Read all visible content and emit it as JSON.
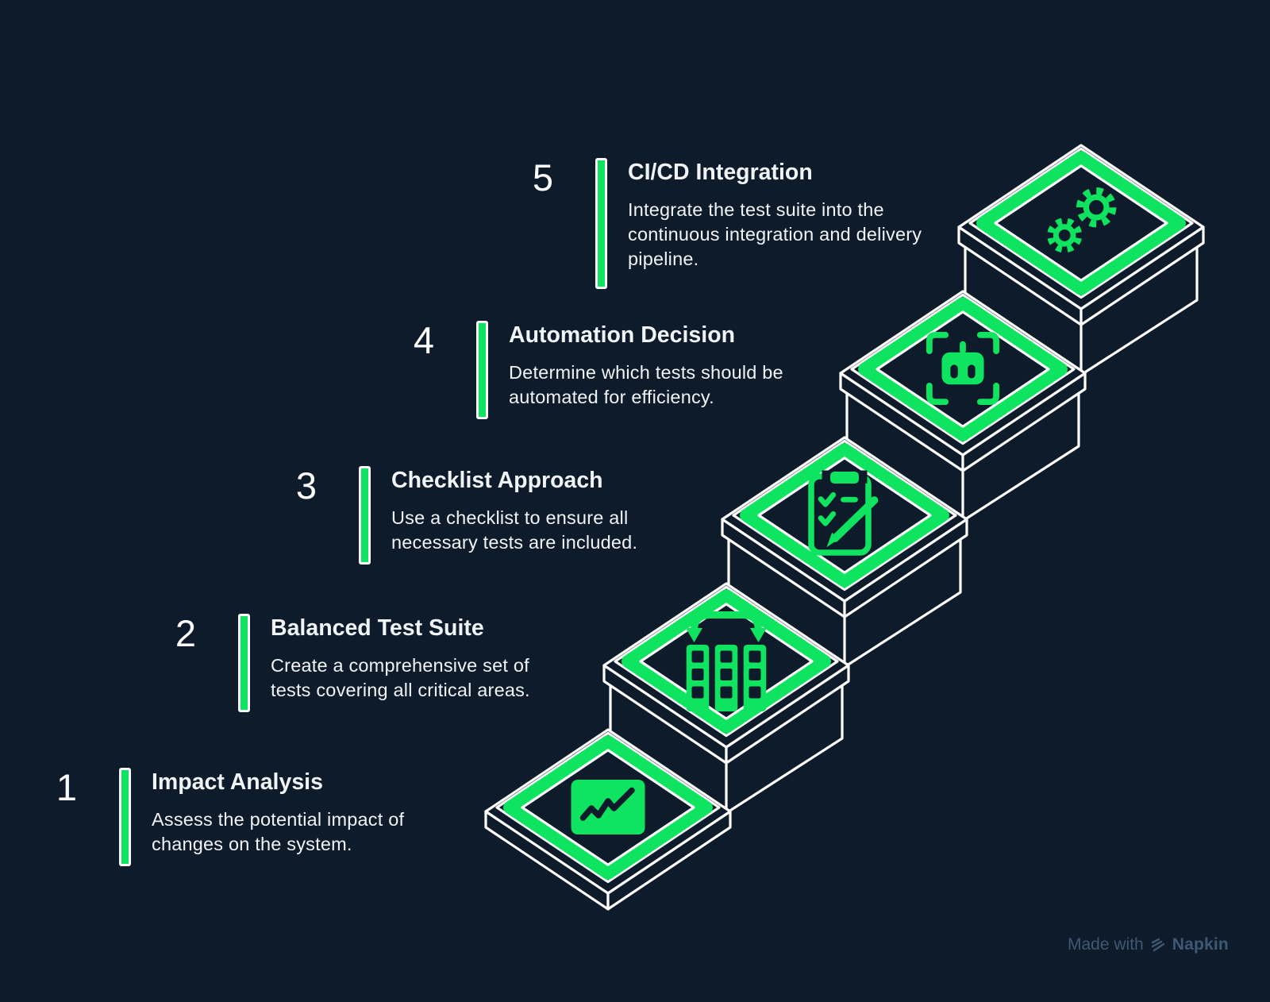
{
  "colors": {
    "background": "#0e1b2a",
    "accent_green": "#0ee45f",
    "outline_white": "#ffffff",
    "text": "#f1f4f7",
    "watermark": "#3f5873"
  },
  "steps": [
    {
      "number": "1",
      "title": "Impact Analysis",
      "description_lines": [
        "Assess the potential impact of",
        "changes on the system."
      ],
      "icon": "trend-chart"
    },
    {
      "number": "2",
      "title": "Balanced Test Suite",
      "description_lines": [
        "Create a comprehensive set of",
        "tests covering all critical areas."
      ],
      "icon": "swap-columns"
    },
    {
      "number": "3",
      "title": "Checklist Approach",
      "description_lines": [
        "Use a checklist to ensure all",
        "necessary tests are included."
      ],
      "icon": "checklist-clipboard"
    },
    {
      "number": "4",
      "title": "Automation Decision",
      "description_lines": [
        "Determine which tests should be",
        "automated for efficiency."
      ],
      "icon": "robot-scan"
    },
    {
      "number": "5",
      "title": "CI/CD Integration",
      "description_lines": [
        "Integrate the test suite into the",
        "continuous integration and delivery",
        "pipeline."
      ],
      "icon": "gears"
    }
  ],
  "watermark": {
    "prefix": "Made with",
    "brand": "Napkin"
  }
}
